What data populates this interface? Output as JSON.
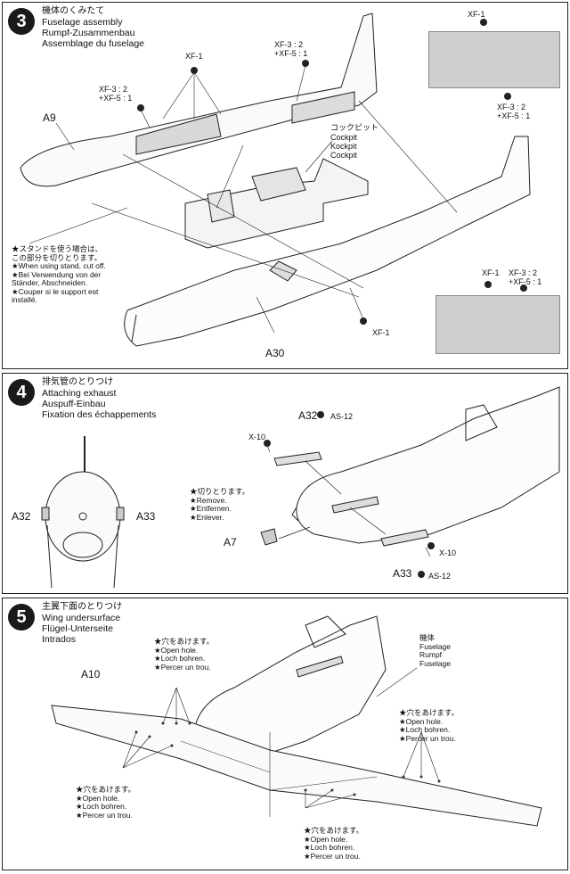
{
  "step3": {
    "number": "3",
    "title_jp": "機体のくみたて",
    "title_en": "Fuselage assembly",
    "title_de": "Rumpf-Zusammenbau",
    "title_fr": "Assemblage du fuselage",
    "paint_xf1_a": "XF-1",
    "paint_mix_a1": "XF-3 : 2",
    "paint_mix_a2": "+XF-5 : 1",
    "paint_mix_b1": "XF-3 : 2",
    "paint_mix_b2": "+XF-5 : 1",
    "part_a9": "A9",
    "part_a30": "A30",
    "cockpit_jp": "コックピット",
    "cockpit_en": "Cockpit",
    "cockpit_de": "Kockpit",
    "cockpit_fr": "Cockpit",
    "stand_note": [
      "★スタンドを使う場合は、",
      "この部分を切りとります。",
      "★When using stand, cut off.",
      "★Bei Verwendung von der",
      "Ständer, Abschneiden.",
      "★Couper si le support est",
      "installé."
    ],
    "inset_top_xf1": "XF-1",
    "inset_top_mix1": "XF-3 : 2",
    "inset_top_mix2": "+XF-5 : 1",
    "inset_bottom_xf1": "XF-1",
    "inset_bottom_mix1": "XF-3 : 2",
    "inset_bottom_mix2": "+XF-5 : 1",
    "paint_xf1_bottom": "XF-1"
  },
  "step4": {
    "number": "4",
    "title_jp": "排気管のとりつけ",
    "title_en": "Attaching exhaust",
    "title_de": "Auspuff-Einbau",
    "title_fr": "Fixation des échappements",
    "part_a32": "A32",
    "part_a33": "A33",
    "part_a7": "A7",
    "front_a32": "A32",
    "front_a33": "A33",
    "paint_as12_a": "AS-12",
    "paint_as12_b": "AS-12",
    "paint_x10_a": "X-10",
    "paint_x10_b": "X-10",
    "remove_note": [
      "★切りとります。",
      "★Remove.",
      "★Entfernen.",
      "★Enlever."
    ]
  },
  "step5": {
    "number": "5",
    "title_jp": "主翼下面のとりつけ",
    "title_en": "Wing undersurface",
    "title_de": "Flügel-Unterseite",
    "title_fr": "Intrados",
    "part_a10": "A10",
    "fuselage_label": [
      "機体",
      "Fuselage",
      "Rumpf",
      "Fuselage"
    ],
    "hole_note": [
      "★穴をあけます。",
      "★Open hole.",
      "★Loch bohren.",
      "★Percer un trou."
    ]
  }
}
